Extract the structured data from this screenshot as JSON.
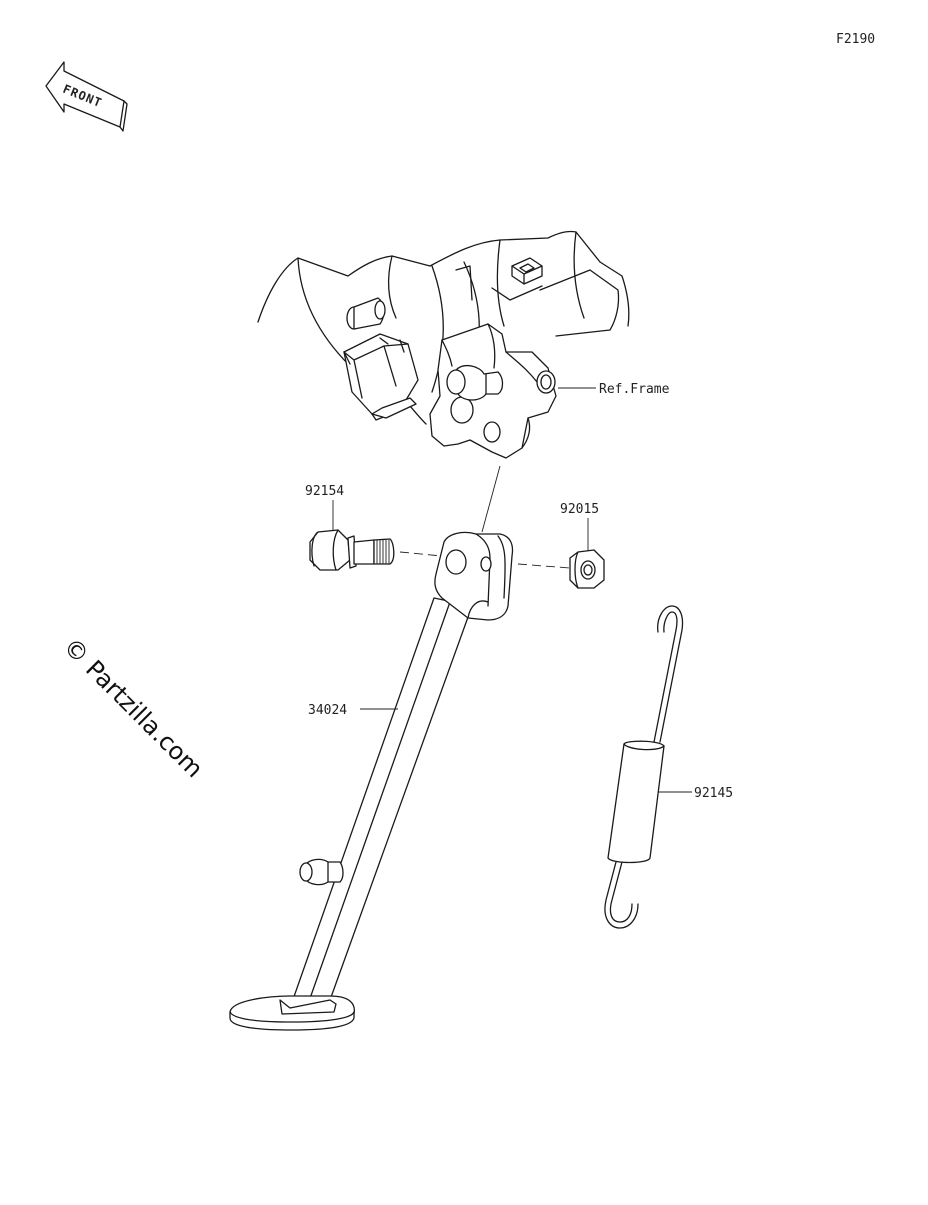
{
  "diagram_code": "F2190",
  "front_label": "FRONT",
  "watermark": "© Partzilla.com",
  "reference_label": "Ref.Frame",
  "parts": [
    {
      "number": "92154"
    },
    {
      "number": "92015"
    },
    {
      "number": "34024"
    },
    {
      "number": "92145"
    }
  ]
}
